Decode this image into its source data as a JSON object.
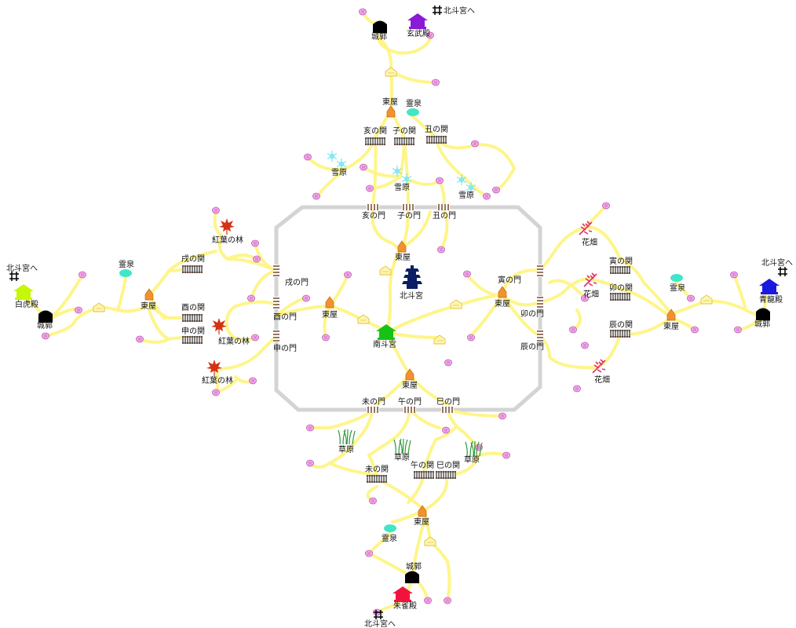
{
  "colors": {
    "road": "#fef58a",
    "wall": "#d4d4d4",
    "marker": "#f7a8ef",
    "gazebo": "#f2922f",
    "spring": "#40e6c6",
    "castle": "#000000",
    "gate": "#6b3a1e",
    "north_palace": "#0a1d66",
    "south_palace": "#16c216",
    "black_tortoise": "#8a1ad6",
    "white_tiger": "#c6f70a",
    "azure_dragon": "#1a1add",
    "vermilion_bird": "#f0143c",
    "maple": "#d43213",
    "snow": "#7fe6f2",
    "flower": "#e0306e",
    "grass": "#2e9a3a"
  },
  "labels": {
    "north_palace": "北斗宮",
    "south_palace": "南斗宮",
    "black_tortoise_hall": "玄武殿",
    "white_tiger_hall": "白虎殿",
    "azure_dragon_hall": "青龍殿",
    "vermilion_bird_hall": "朱雀殿",
    "castle": "城郭",
    "to_hokuto": "北斗宮へ",
    "gazebo": "東屋",
    "spring": "霊泉",
    "snowfield": "雪原",
    "maple_forest": "紅葉の林",
    "flower_field": "花畑",
    "grassland": "草原",
    "gate_i": "亥の門",
    "gate_ne": "子の門",
    "gate_ushi": "丑の門",
    "gate_tora": "寅の門",
    "gate_u": "卯の門",
    "gate_tatsu": "辰の門",
    "gate_mi": "巳の門",
    "gate_uma": "午の門",
    "gate_hitsuji": "未の門",
    "gate_saru": "申の門",
    "gate_tori": "酉の門",
    "gate_inu": "戌の門",
    "seki_i": "亥の関",
    "seki_ne": "子の関",
    "seki_ushi": "丑の関",
    "seki_tora": "寅の関",
    "seki_u": "卯の関",
    "seki_tatsu": "辰の関",
    "seki_mi": "巳の関",
    "seki_uma": "午の関",
    "seki_hitsuji": "未の関",
    "seki_saru": "申の関",
    "seki_tori": "酉の関",
    "seki_inu": "戌の関"
  }
}
